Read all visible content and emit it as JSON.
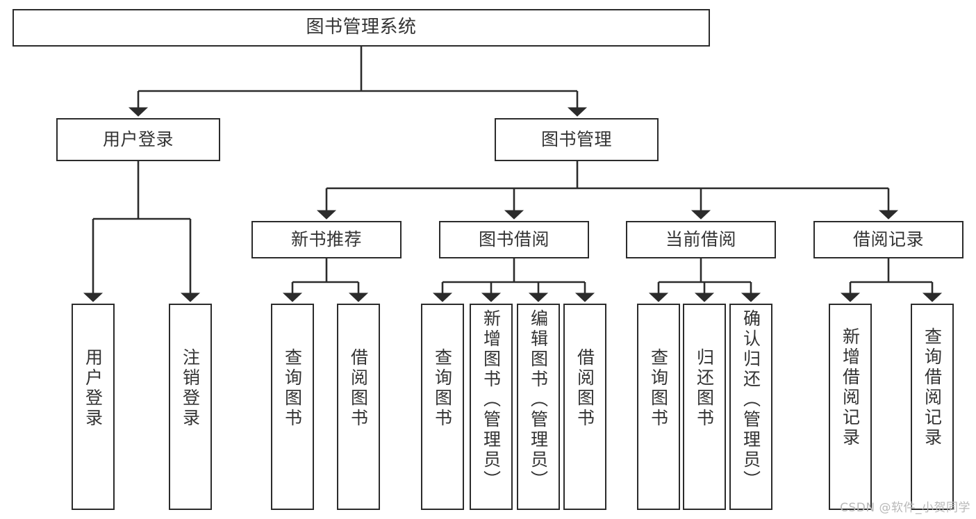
{
  "diagram": {
    "type": "tree-hierarchy-chart",
    "title": "图书管理系统",
    "stroke_color": "#2b2b2b",
    "text_color": "#333333",
    "background_color": "#ffffff",
    "levels": [
      {
        "level": 1,
        "nodes": [
          {
            "id": "root",
            "label": "图书管理系统",
            "orientation": "horizontal"
          }
        ]
      },
      {
        "level": 2,
        "nodes": [
          {
            "id": "user-login",
            "label": "用户登录",
            "orientation": "horizontal",
            "parent": "root"
          },
          {
            "id": "book-manage",
            "label": "图书管理",
            "orientation": "horizontal",
            "parent": "root"
          }
        ]
      },
      {
        "level": 3,
        "nodes": [
          {
            "id": "new-book-recommend",
            "label": "新书推荐",
            "orientation": "horizontal",
            "parent": "book-manage"
          },
          {
            "id": "book-borrow",
            "label": "图书借阅",
            "orientation": "horizontal",
            "parent": "book-manage"
          },
          {
            "id": "current-borrow",
            "label": "当前借阅",
            "orientation": "horizontal",
            "parent": "book-manage"
          },
          {
            "id": "borrow-record",
            "label": "借阅记录",
            "orientation": "horizontal",
            "parent": "book-manage"
          }
        ]
      },
      {
        "level": 4,
        "nodes": [
          {
            "id": "leaf-user-login",
            "label": "用户登录",
            "orientation": "vertical",
            "parent": "user-login"
          },
          {
            "id": "leaf-logout-login",
            "label": "注销登录",
            "orientation": "vertical",
            "parent": "user-login"
          },
          {
            "id": "leaf-query-book-1",
            "label": "查询图书",
            "orientation": "vertical",
            "parent": "new-book-recommend"
          },
          {
            "id": "leaf-borrow-book-1",
            "label": "借阅图书",
            "orientation": "vertical",
            "parent": "new-book-recommend"
          },
          {
            "id": "leaf-query-book-2",
            "label": "查询图书",
            "orientation": "vertical",
            "parent": "book-borrow"
          },
          {
            "id": "leaf-add-book-admin",
            "label": "新增图书（管理员）",
            "orientation": "vertical",
            "parent": "book-borrow"
          },
          {
            "id": "leaf-edit-book-admin",
            "label": "编辑图书（管理员）",
            "orientation": "vertical",
            "parent": "book-borrow"
          },
          {
            "id": "leaf-borrow-book-2",
            "label": "借阅图书",
            "orientation": "vertical",
            "parent": "book-borrow"
          },
          {
            "id": "leaf-query-book-3",
            "label": "查询图书",
            "orientation": "vertical",
            "parent": "current-borrow"
          },
          {
            "id": "leaf-return-book",
            "label": "归还图书",
            "orientation": "vertical",
            "parent": "current-borrow"
          },
          {
            "id": "leaf-confirm-return-admin",
            "label": "确认归还（管理员）",
            "orientation": "vertical",
            "parent": "current-borrow"
          },
          {
            "id": "leaf-add-borrow-record",
            "label": "新增借阅记录",
            "orientation": "vertical",
            "parent": "borrow-record"
          },
          {
            "id": "leaf-query-borrow-record",
            "label": "查询借阅记录",
            "orientation": "vertical",
            "parent": "borrow-record"
          }
        ]
      }
    ]
  },
  "watermark": {
    "text": "CSDN @软件_小贺同学"
  }
}
